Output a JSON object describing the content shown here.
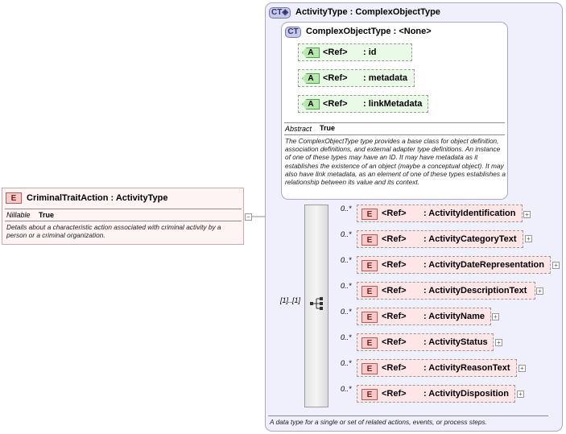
{
  "root_element": {
    "badge": "E",
    "name": "CriminalTraitAction",
    "type": ": ActivityType",
    "nillable_label": "Nillable",
    "nillable_value": "True",
    "doc": "Details about a characteristic action associated with criminal activity by a person or a criminal organization."
  },
  "activity_type": {
    "badge": "CT",
    "name": "ActivityType",
    "type": ": ComplexObjectType",
    "doc": "A data type for a single or set of related actions, events, or process steps."
  },
  "complex_object_type": {
    "badge": "CT",
    "name": "ComplexObjectType",
    "type": ": <None>",
    "abstract_label": "Abstract",
    "abstract_value": "True",
    "doc": "The ComplexObjectType type provides a base class for object definition, association definitions, and external adapter type definitions. An instance of one of these types may have an ID. It may have metadata as it establishes the existence of an object (maybe a conceptual object). It may also have link metadata, as an element of one of these types establishes a relationship between its value and its context."
  },
  "attributes": [
    {
      "badge": "A",
      "ref": "<Ref>",
      "name": ": id"
    },
    {
      "badge": "A",
      "ref": "<Ref>",
      "name": ": metadata"
    },
    {
      "badge": "A",
      "ref": "<Ref>",
      "name": ": linkMetadata"
    }
  ],
  "sequence": {
    "occurrence": "[1]..[1]"
  },
  "elements": [
    {
      "badge": "E",
      "ref": "<Ref>",
      "name": ": ActivityIdentification",
      "occurrence": "0..*"
    },
    {
      "badge": "E",
      "ref": "<Ref>",
      "name": ": ActivityCategoryText",
      "occurrence": "0..*"
    },
    {
      "badge": "E",
      "ref": "<Ref>",
      "name": ": ActivityDateRepresentation",
      "occurrence": "0..*"
    },
    {
      "badge": "E",
      "ref": "<Ref>",
      "name": ": ActivityDescriptionText",
      "occurrence": "0..*"
    },
    {
      "badge": "E",
      "ref": "<Ref>",
      "name": ": ActivityName",
      "occurrence": "0..*"
    },
    {
      "badge": "E",
      "ref": "<Ref>",
      "name": ": ActivityStatus",
      "occurrence": "0..*"
    },
    {
      "badge": "E",
      "ref": "<Ref>",
      "name": ": ActivityReasonText",
      "occurrence": "0..*"
    },
    {
      "badge": "E",
      "ref": "<Ref>",
      "name": ": ActivityDisposition",
      "occurrence": "0..*"
    }
  ],
  "expand_symbol": "+",
  "collapse_symbol": "−",
  "colors": {
    "complex_type_fill": "#f0f0fd",
    "element_fill": "#ffe6e6",
    "attribute_fill": "#e9fbe6",
    "line": "#8c8c8c"
  }
}
